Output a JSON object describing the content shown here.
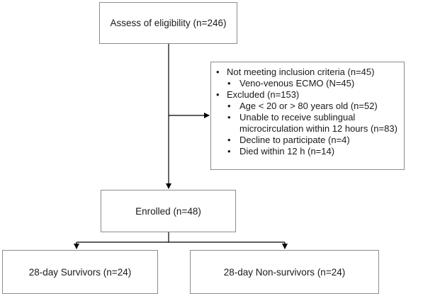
{
  "eligibility": {
    "label": "Assess of eligibility (n=246)"
  },
  "exclusion": {
    "items": [
      {
        "text": "Not meeting inclusion criteria (n=45)",
        "level": 1
      },
      {
        "text": "Veno-venous ECMO (N=45)",
        "level": 2
      },
      {
        "text": "Excluded (n=153)",
        "level": 1
      },
      {
        "text": "Age < 20 or > 80 years old (n=52)",
        "level": 2
      },
      {
        "text": "Unable to receive sublingual microcirculation within 12 hours (n=83)",
        "level": 2
      },
      {
        "text": "Decline to participate (n=4)",
        "level": 2
      },
      {
        "text": "Died within 12 h (n=14)",
        "level": 2
      }
    ]
  },
  "enrolled": {
    "label": "Enrolled (n=48)"
  },
  "survivors": {
    "label": "28-day Survivors (n=24)"
  },
  "nonsurvivors": {
    "label": "28-day Non-survivors (n=24)"
  }
}
